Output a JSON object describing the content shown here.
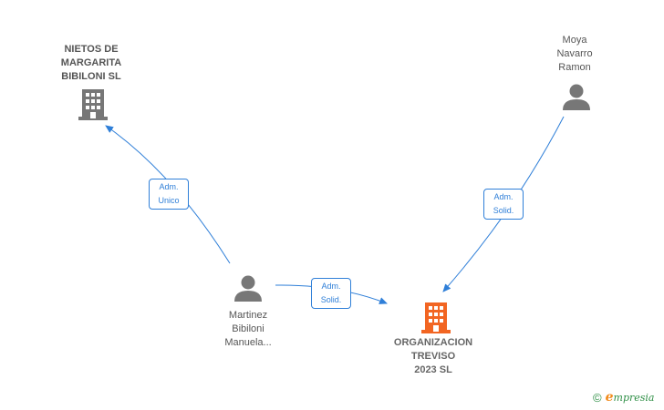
{
  "nodes": {
    "nietos": {
      "label": "NIETOS DE\nMARGARITA\nBIBILONI SL",
      "icon": "building-icon",
      "color": "#777777"
    },
    "moya": {
      "label": "Moya\nNavarro\nRamon",
      "icon": "person-icon",
      "color": "#777777"
    },
    "martinez": {
      "label": "Martinez\nBibiloni\nManuela...",
      "icon": "person-icon",
      "color": "#777777"
    },
    "organizacion": {
      "label": "ORGANIZACION\nTREVISO\n2023  SL",
      "icon": "building-icon",
      "color": "#f26522"
    }
  },
  "edges": [
    {
      "id": "martinez-nietos",
      "label": "Adm.\nUnico"
    },
    {
      "id": "martinez-organizacion",
      "label": "Adm.\nSolid."
    },
    {
      "id": "moya-organizacion",
      "label": "Adm.\nSolid."
    }
  ],
  "colors": {
    "edge": "#2f7fd8",
    "accent": "#f26522"
  },
  "brand": {
    "copyright": "©",
    "initial": "e",
    "name": "mpresia"
  }
}
